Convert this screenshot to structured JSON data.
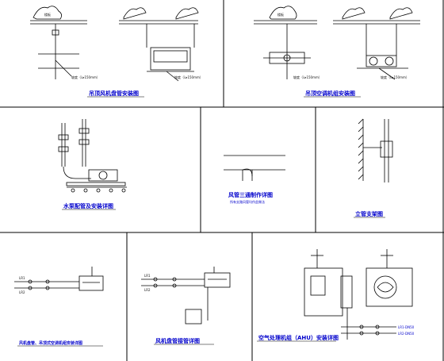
{
  "panels": {
    "p1": {
      "title": "吊顶风机盘管安装图",
      "label_top": "楼板",
      "note": "坡度（i≥150mm）"
    },
    "p2": {
      "title": "吊顶空调机组安装图",
      "label_top": "楼板",
      "note": "坡度（i≥150mm）"
    },
    "p3": {
      "title": "水泵配管及安装详图"
    },
    "p4": {
      "title": "风管三通制作详图",
      "subtitle": "所有支路风管均作此做法"
    },
    "p5": {
      "title": "立管支架图"
    },
    "p6": {
      "title": "风机盘管、吊顶式空调机组安装详图",
      "lr1": "LR1",
      "lr2": "LR2"
    },
    "p7": {
      "title": "风机盘管接管详图",
      "lr1": "LR1",
      "lr2": "LR2"
    },
    "p8": {
      "title": "空气处理机组（AHU）安装详图",
      "lbl_a": "LR1-DN50",
      "lbl_b": "LR2-DN50"
    }
  }
}
